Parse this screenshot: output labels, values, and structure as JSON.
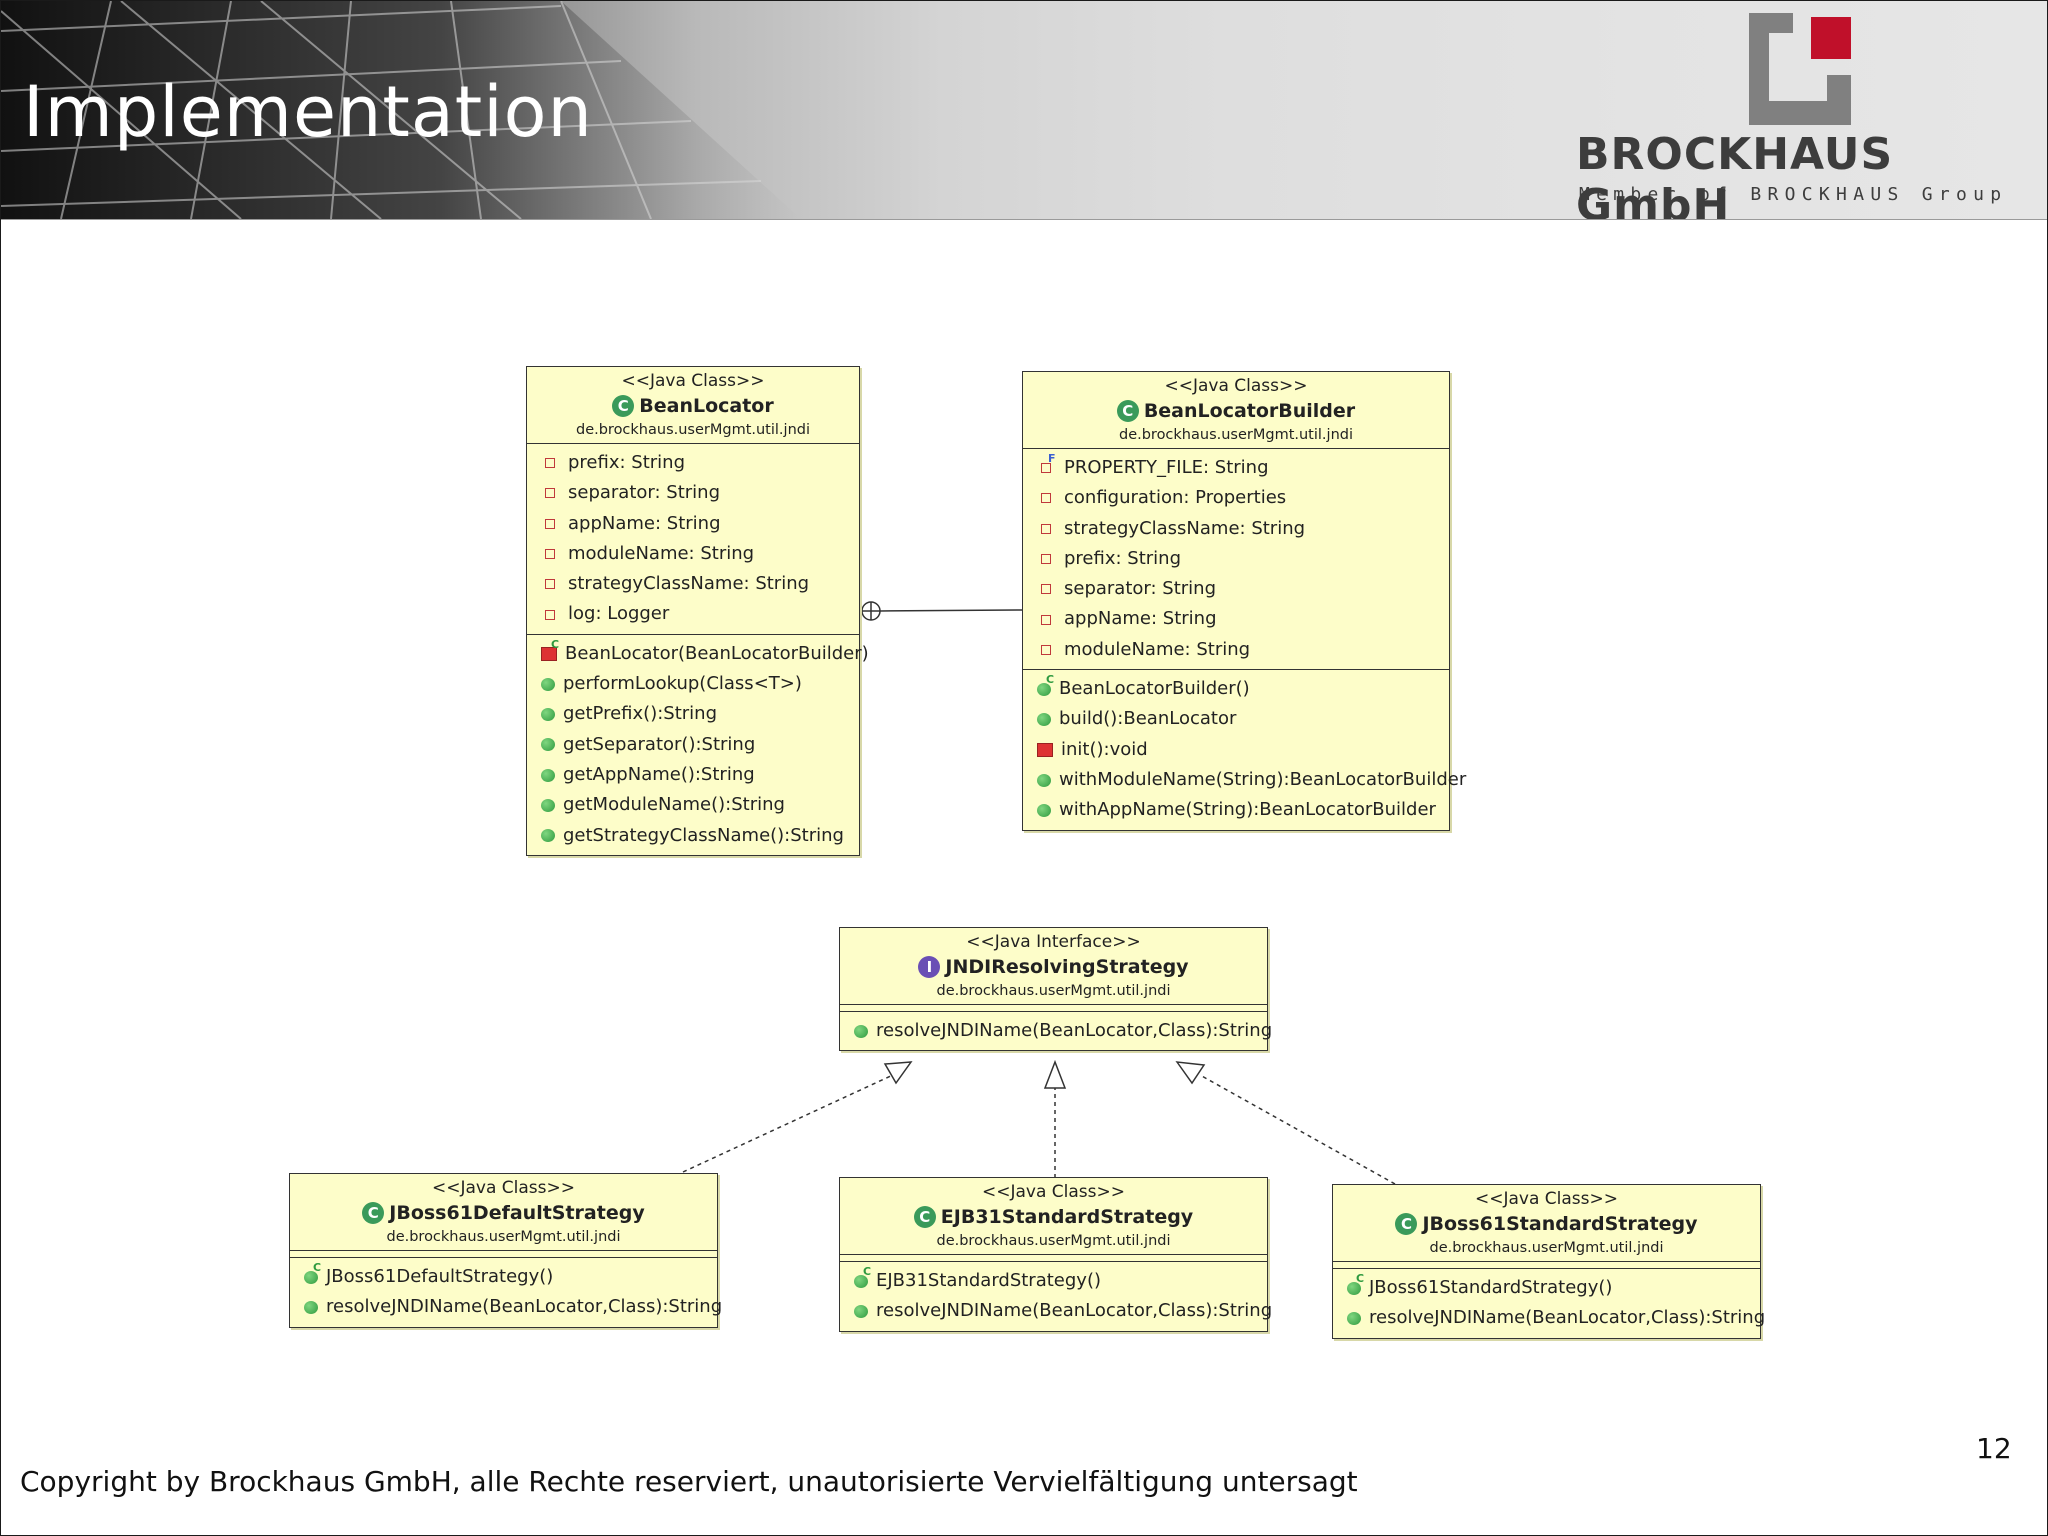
{
  "slide": {
    "title": "Implementation",
    "brand": "BROCKHAUS GmbH",
    "brand_sub": "Member of BROCKHAUS Group",
    "footer": "Copyright by Brockhaus GmbH, alle Rechte reserviert, unautorisierte Vervielfältigung untersagt",
    "page_number": "12",
    "colors": {
      "class_fill": "#fdfdc9",
      "logo_gray": "#808080",
      "logo_red": "#c0102a",
      "public_method": "#2f9a3f",
      "private_member": "#c0393b"
    }
  },
  "classes": {
    "bean_locator": {
      "stereotype": "<<Java Class>>",
      "name": "BeanLocator",
      "package": "de.brockhaus.userMgmt.util.jndi",
      "fields": [
        "prefix: String",
        "separator: String",
        "appName: String",
        "moduleName: String",
        "strategyClassName: String",
        "log: Logger"
      ],
      "methods": [
        "BeanLocator(BeanLocatorBuilder)",
        "performLookup(Class<T>)",
        "getPrefix():String",
        "getSeparator():String",
        "getAppName():String",
        "getModuleName():String",
        "getStrategyClassName():String"
      ]
    },
    "bean_locator_builder": {
      "stereotype": "<<Java Class>>",
      "name": "BeanLocatorBuilder",
      "package": "de.brockhaus.userMgmt.util.jndi",
      "fields": [
        "PROPERTY_FILE: String",
        "configuration: Properties",
        "strategyClassName: String",
        "prefix: String",
        "separator: String",
        "appName: String",
        "moduleName: String"
      ],
      "methods": [
        "BeanLocatorBuilder()",
        "build():BeanLocator",
        "init():void",
        "withModuleName(String):BeanLocatorBuilder",
        "withAppName(String):BeanLocatorBuilder"
      ]
    },
    "jndi_strategy": {
      "stereotype": "<<Java Interface>>",
      "name": "JNDIResolvingStrategy",
      "package": "de.brockhaus.userMgmt.util.jndi",
      "methods": [
        "resolveJNDIName(BeanLocator,Class):String"
      ]
    },
    "jboss61_default": {
      "stereotype": "<<Java Class>>",
      "name": "JBoss61DefaultStrategy",
      "package": "de.brockhaus.userMgmt.util.jndi",
      "methods": [
        "JBoss61DefaultStrategy()",
        "resolveJNDIName(BeanLocator,Class):String"
      ]
    },
    "ejb31_standard": {
      "stereotype": "<<Java Class>>",
      "name": "EJB31StandardStrategy",
      "package": "de.brockhaus.userMgmt.util.jndi",
      "methods": [
        "EJB31StandardStrategy()",
        "resolveJNDIName(BeanLocator,Class):String"
      ]
    },
    "jboss61_standard": {
      "stereotype": "<<Java Class>>",
      "name": "JBoss61StandardStrategy",
      "package": "de.brockhaus.userMgmt.util.jndi",
      "methods": [
        "JBoss61StandardStrategy()",
        "resolveJNDIName(BeanLocator,Class):String"
      ]
    }
  }
}
